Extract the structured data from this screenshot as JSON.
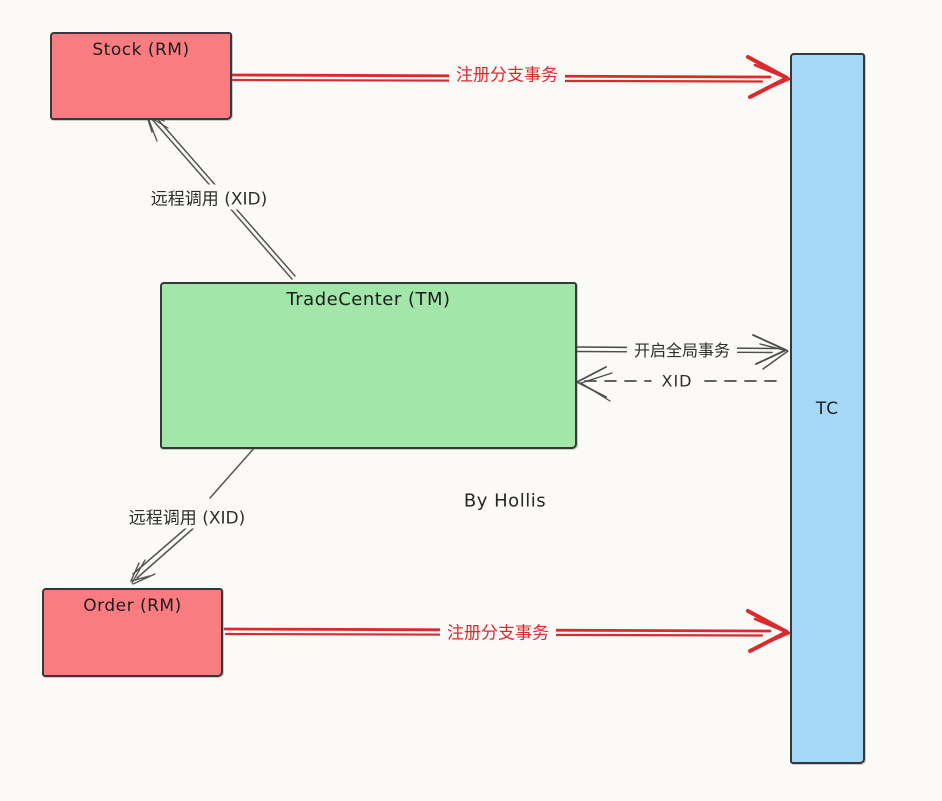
{
  "diagram": {
    "style": "hand-drawn excalidraw sketch",
    "background": "#fbfaf7"
  },
  "colors": {
    "red_node_fill": "#f97d80",
    "green_node_fill": "#a2e6a9",
    "blue_node_fill": "#a5d8f8",
    "node_border": "#35393b",
    "red_arrow": "#d92b2f",
    "black_arrow": "#4d4d4d",
    "text": "#1f1f1f"
  },
  "nodes": {
    "stock": {
      "label": "Stock (RM)"
    },
    "order": {
      "label": "Order (RM)"
    },
    "trade_center": {
      "label": "TradeCenter (TM)"
    },
    "tc": {
      "label": "TC"
    }
  },
  "edges": {
    "stock_to_tc": {
      "label": "注册分支事务"
    },
    "order_to_tc": {
      "label": "注册分支事务"
    },
    "tm_open_global": {
      "label": "开启全局事务"
    },
    "tc_return_xid": {
      "label": "XID"
    },
    "tm_call_stock": {
      "label": "远程调用 (XID)"
    },
    "tm_call_order": {
      "label": "远程调用 (XID)"
    }
  },
  "signature": {
    "text": "By Hollis"
  }
}
